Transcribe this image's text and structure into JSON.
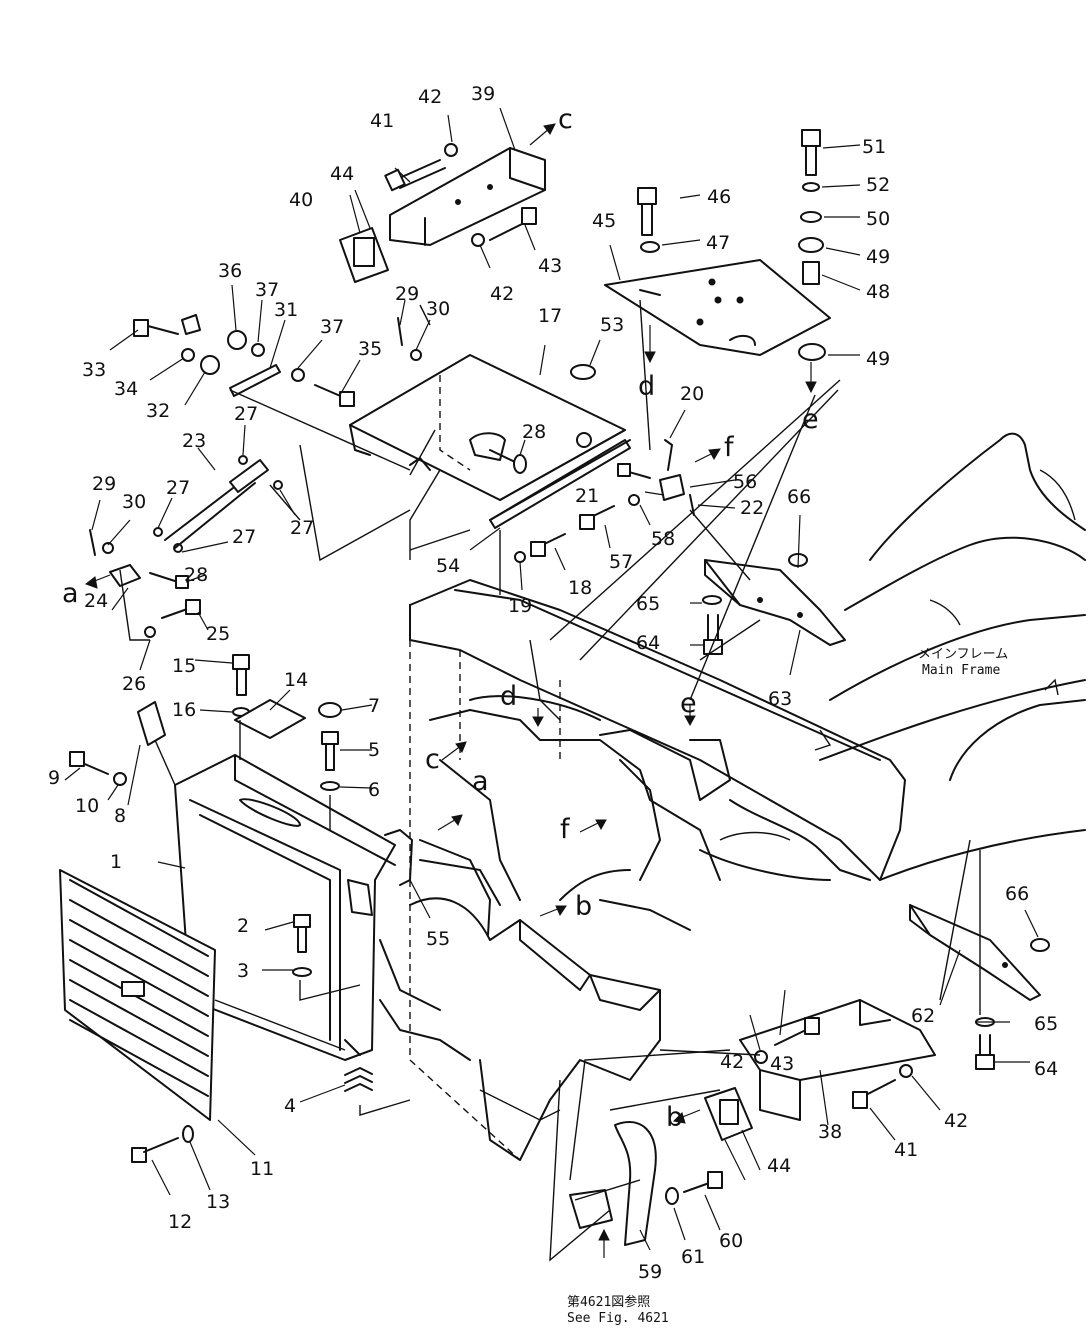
{
  "diagram": {
    "part_numbers": [
      "1",
      "2",
      "3",
      "4",
      "5",
      "6",
      "7",
      "8",
      "9",
      "10",
      "11",
      "12",
      "13",
      "14",
      "15",
      "16",
      "17",
      "18",
      "19",
      "20",
      "21",
      "22",
      "23",
      "24",
      "25",
      "26",
      "27",
      "28",
      "29",
      "30",
      "31",
      "32",
      "33",
      "34",
      "35",
      "36",
      "37",
      "38",
      "39",
      "40",
      "41",
      "42",
      "43",
      "44",
      "45",
      "46",
      "47",
      "48",
      "49",
      "50",
      "51",
      "52",
      "53",
      "54",
      "55",
      "56",
      "57",
      "58",
      "59",
      "60",
      "61",
      "62",
      "63",
      "64",
      "65",
      "66"
    ],
    "reference_letters": [
      "a",
      "b",
      "c",
      "d",
      "e",
      "f"
    ],
    "main_frame_label_jp": "メインフレーム",
    "main_frame_label_en": "Main  Frame",
    "see_figure_jp": "第4621図参照",
    "see_figure_en": "See  Fig. 4621"
  }
}
